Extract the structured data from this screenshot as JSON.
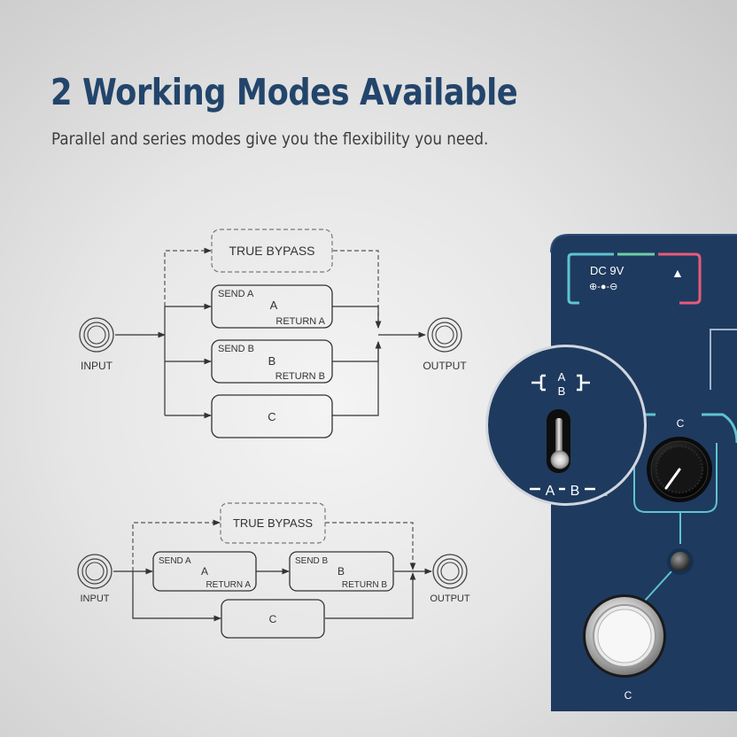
{
  "heading": {
    "title": "2 Working Modes Available",
    "subtitle": "Parallel and series modes give you the flexibility you need."
  },
  "parallel": {
    "bypass": "TRUE BYPASS",
    "a_send": "SEND A",
    "a_label": "A",
    "a_return": "RETURN A",
    "b_send": "SEND B",
    "b_label": "B",
    "b_return": "RETURN B",
    "c_label": "C",
    "input": "INPUT",
    "output": "OUTPUT"
  },
  "series": {
    "bypass": "TRUE BYPASS",
    "a_send": "SEND A",
    "a_label": "A",
    "a_return": "RETURN A",
    "b_send": "SEND B",
    "b_label": "B",
    "b_return": "RETURN B",
    "c_label": "C",
    "input": "INPUT",
    "output": "OUTPUT"
  },
  "pedal": {
    "power_label": "DC 9V",
    "power_polarity_symbol": "⊕-●-⊖",
    "power_arrow": "▲",
    "knob_label": "C",
    "footswitch_label": "C",
    "toggle": {
      "top_letters": [
        "A",
        "B"
      ],
      "bottom_letters": [
        "A",
        "B"
      ]
    },
    "colors": {
      "enclosure": "#1f3a5f",
      "teal": "#5fc4cd",
      "pink": "#e85a7a",
      "green": "#6fcfa5"
    }
  }
}
